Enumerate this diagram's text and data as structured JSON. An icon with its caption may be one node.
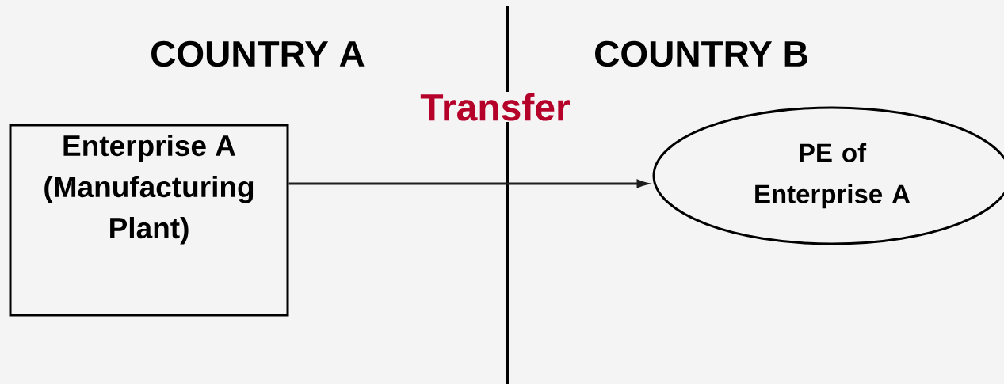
{
  "diagram": {
    "nodes": [
      {
        "text": [
          "Enterprise A (Manufacturing Plant)"
        ]
      },
      {
        "text": [
          "PE of Enterprise A"
        ]
      }
    ],
    "edges": [
      {
        "from": 0,
        "to": 1,
        "arrow": "to",
        "label": "Transfer"
      }
    ],
    "labels": [
      "COUNTRY A",
      "COUNTRY B"
    ]
  }
}
